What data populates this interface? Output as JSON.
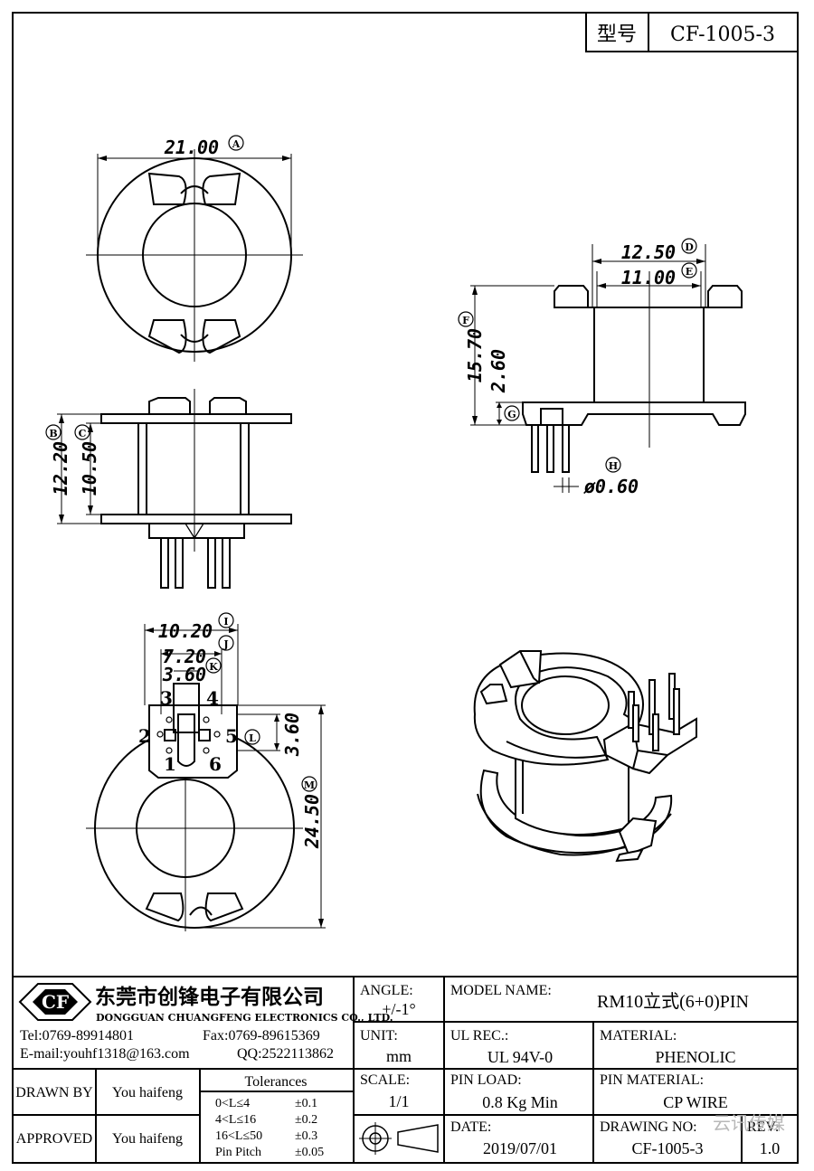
{
  "header": {
    "model_label": "型号",
    "model_code": "CF-1005-3"
  },
  "dimensions": {
    "top_view_width": "21.00",
    "side_outer_width": "12.50",
    "side_inner_width": "11.00",
    "total_height": "15.70",
    "flange_height": "2.60",
    "pin_diameter": "ø0.60",
    "front_outer_height": "12.20",
    "front_inner_height": "10.50",
    "bottom_pitch_outer": "10.20",
    "bottom_pitch_mid": "7.20",
    "bottom_pitch_inner": "3.60",
    "bottom_row_spacing": "3.60",
    "bottom_total_depth": "24.50"
  },
  "balloons": [
    "A",
    "B",
    "C",
    "D",
    "E",
    "F",
    "G",
    "H",
    "I",
    "J",
    "K",
    "L",
    "M"
  ],
  "pin_numbers": [
    "1",
    "2",
    "3",
    "4",
    "5",
    "6"
  ],
  "company": {
    "name_cn": "东莞市创锋电子有限公司",
    "name_en": "DONGGUAN CHUANGFENG ELECTRONICS CO., LTD.",
    "logo_text": "CF",
    "tel": "Tel:0769-89914801",
    "fax": "Fax:0769-89615369",
    "email": "E-mail:youhf1318@163.com",
    "qq": "QQ:2522113862"
  },
  "title_block": {
    "angle_label": "ANGLE:",
    "angle_value": "+/-1°",
    "unit_label": "UNIT:",
    "unit_value": "mm",
    "scale_label": "SCALE:",
    "scale_value": "1/1",
    "model_name_label": "MODEL NAME:",
    "model_name_value": "RM10立式(6+0)PIN",
    "ul_label": "UL REC.:",
    "ul_value": "UL 94V-0",
    "material_label": "MATERIAL:",
    "material_value": "PHENOLIC",
    "pin_load_label": "PIN LOAD:",
    "pin_load_value": "0.8 Kg Min",
    "pin_material_label": "PIN MATERIAL:",
    "pin_material_value": "CP WIRE",
    "date_label": "DATE:",
    "date_value": "2019/07/01",
    "drawing_no_label": "DRAWING NO:",
    "drawing_no_value": "CF-1005-3",
    "rev_label": "REV:",
    "rev_value": "1.0",
    "drawn_by_label": "DRAWN BY",
    "drawn_by_value": "You haifeng",
    "approved_label": "APPROVED",
    "approved_value": "You haifeng",
    "tolerances_title": "Tolerances",
    "tolerances": [
      {
        "range": "0<L≤4",
        "value": "±0.1"
      },
      {
        "range": "4<L≤16",
        "value": "±0.2"
      },
      {
        "range": "16<L≤50",
        "value": "±0.3"
      },
      {
        "range": "Pin Pitch",
        "value": "±0.05"
      }
    ]
  },
  "watermark": "云讯传媒"
}
